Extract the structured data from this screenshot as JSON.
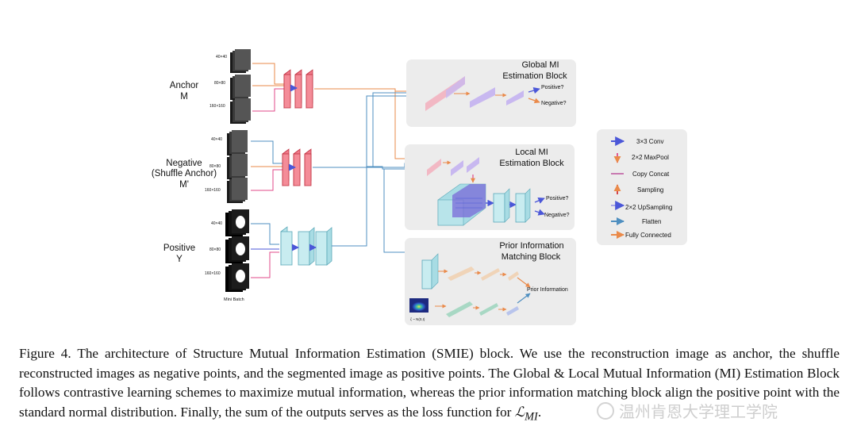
{
  "inputs": {
    "anchor": {
      "line1": "Anchor",
      "line2": "M",
      "sizes": [
        "40×40",
        "80×80",
        "160×160"
      ]
    },
    "negative": {
      "line1": "Negative",
      "line2": "(Shuffle Anchor)",
      "line3": "M'",
      "sizes": [
        "40×40",
        "80×80",
        "160×160"
      ]
    },
    "positive": {
      "line1": "Positive",
      "line2": "Y",
      "sizes": [
        "40×40",
        "80×80",
        "160×160"
      ]
    },
    "mini_batch": "Mini Batch"
  },
  "blocks": {
    "global": {
      "title1": "Global MI",
      "title2": "Estimation Block",
      "positive": "Positive?",
      "negative": "Negative?"
    },
    "local": {
      "title1": "Local MI",
      "title2": "Estimation Block",
      "positive": "Positive?",
      "negative": "Negative?"
    },
    "prior": {
      "title1": "Prior Information",
      "title2": "Matching Block",
      "output": "Prior Information",
      "noise": "ζ ~ N(0,I)"
    }
  },
  "legend": [
    {
      "label": "3×3 Conv",
      "color": "#4b57d8"
    },
    {
      "label": "2×2 MaxPool",
      "color": "#e04a8a"
    },
    {
      "label": "Copy Concat",
      "color": "#b0308a"
    },
    {
      "label": "Sampling",
      "color": "#d2343a"
    },
    {
      "label": "2×2 UpSampling",
      "color": "#a8a6e6"
    },
    {
      "label": "Flatten",
      "color": "#4f8fc0"
    },
    {
      "label": "Fully Connected",
      "color": "#ea8a4a"
    }
  ],
  "caption": {
    "part1": "Figure 4.  The architecture of Structure Mutual Information Estimation (SMIE) block.  We use the reconstruction image as anchor, the shuffle reconstructed images as negative points, and the segmented image as positive points. The Global & Local Mutual Information (MI) Estimation Block follows contrastive learning schemes to maximize mutual information, whereas the prior information matching block align the positive point with the standard normal distribution. Finally, the sum of the outputs serves as the loss function for ",
    "math": "ℒ",
    "math_sub": "MI",
    "part2": "."
  },
  "watermark": "温州肯恩大学理工学院"
}
